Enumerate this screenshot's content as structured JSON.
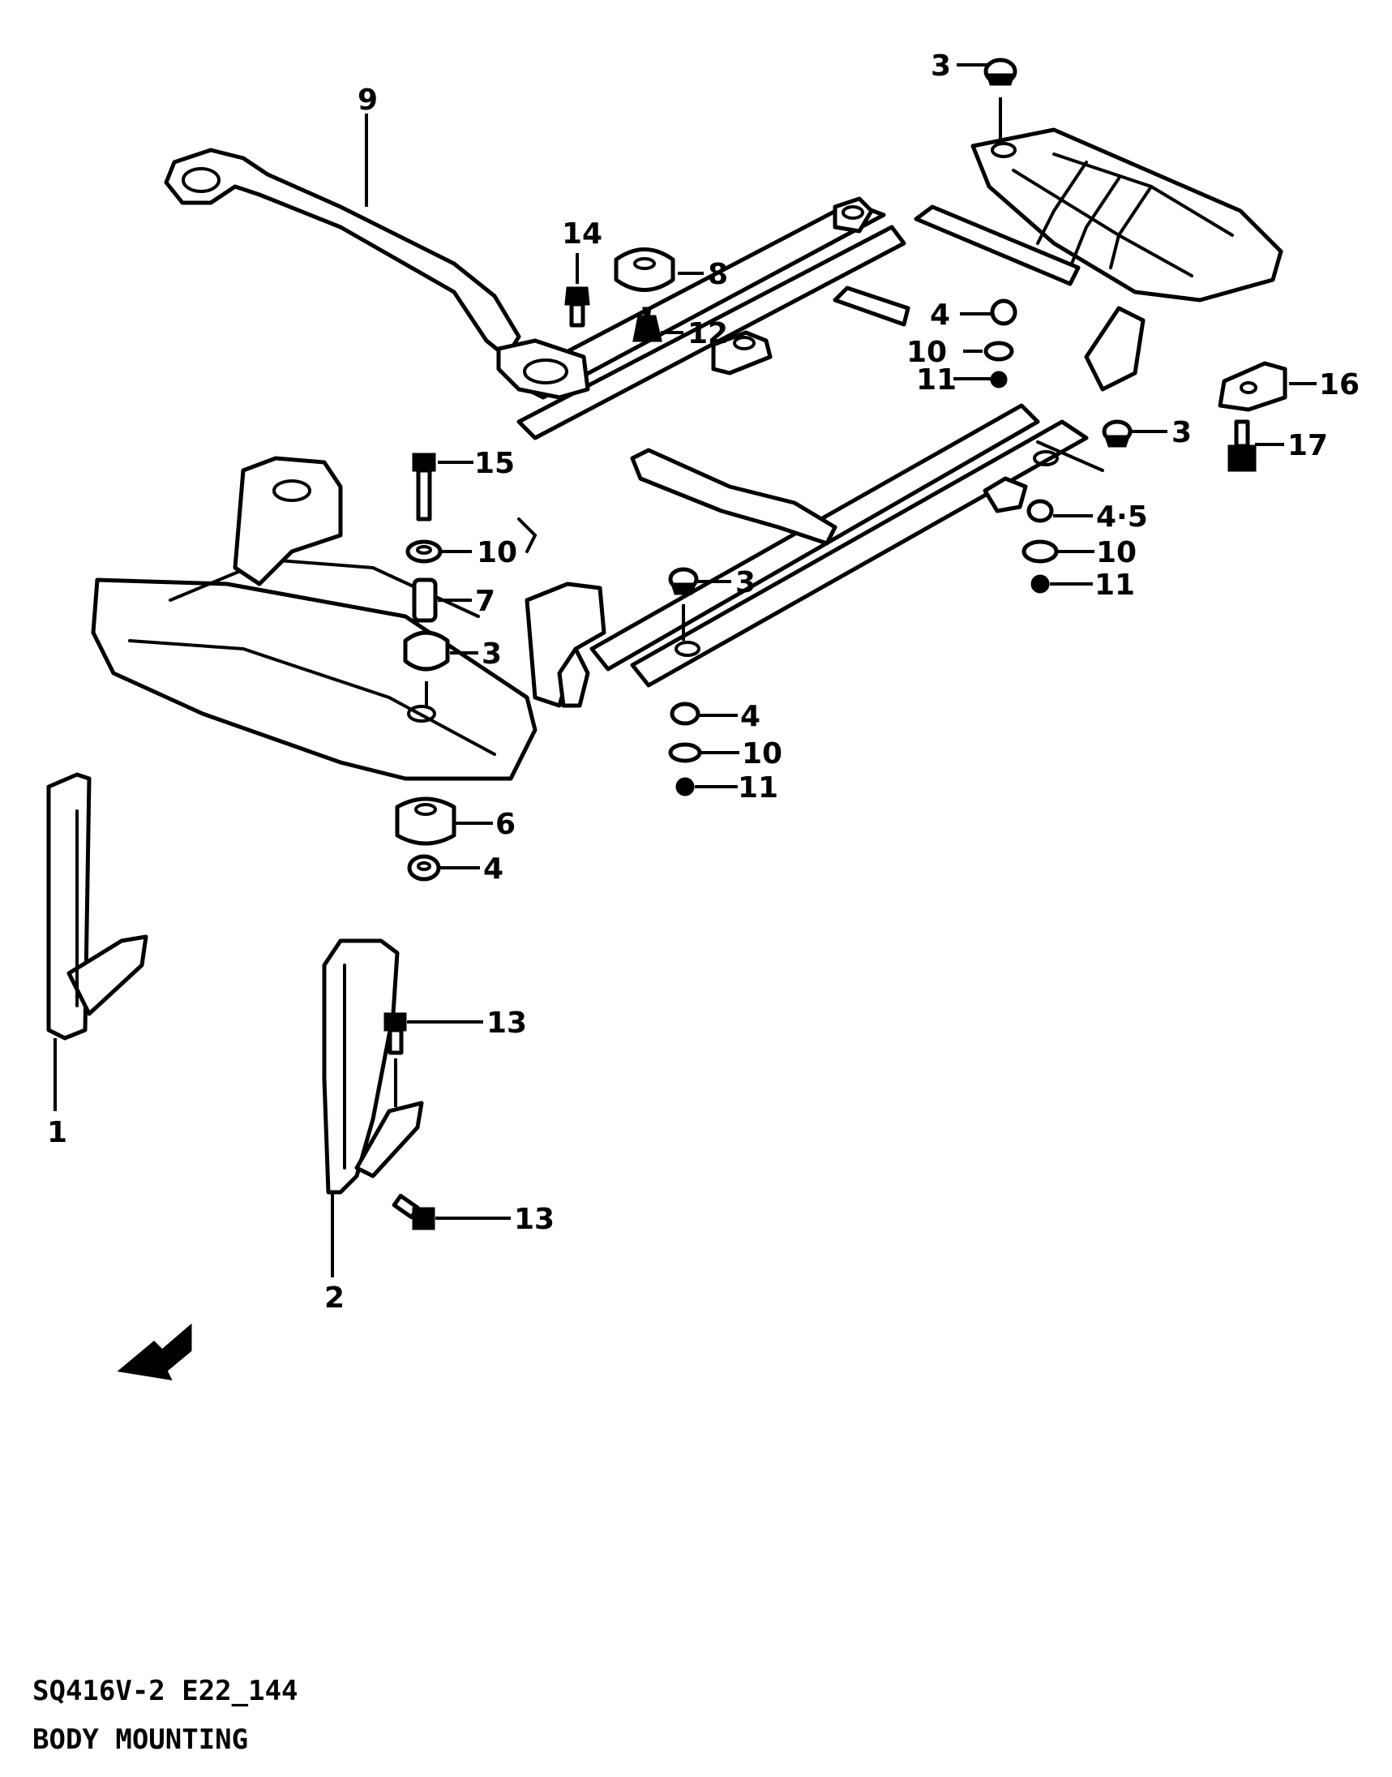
{
  "callouts": {
    "c3a": "3",
    "c9": "9",
    "c14": "14",
    "c8": "8",
    "c12": "12",
    "c4a": "4",
    "c10a": "10",
    "c11a": "11",
    "c16": "16",
    "c3b": "3",
    "c17": "17",
    "c15": "15",
    "c10b": "10",
    "c7": "7",
    "c3c": "3",
    "c3d": "3",
    "c45": "4·5",
    "c10c": "10",
    "c11b": "11",
    "c4b": "4",
    "c10d": "10",
    "c11c": "11",
    "c6": "6",
    "c4c": "4",
    "c13a": "13",
    "c13b": "13",
    "c1": "1",
    "c2": "2"
  },
  "footer": {
    "model_code": "SQ416V-2 E22_144",
    "section_title": "BODY MOUNTING"
  },
  "icons": {
    "direction": "front-direction-arrow-icon"
  },
  "colors": {
    "ink": "#000000",
    "paper": "#ffffff"
  }
}
